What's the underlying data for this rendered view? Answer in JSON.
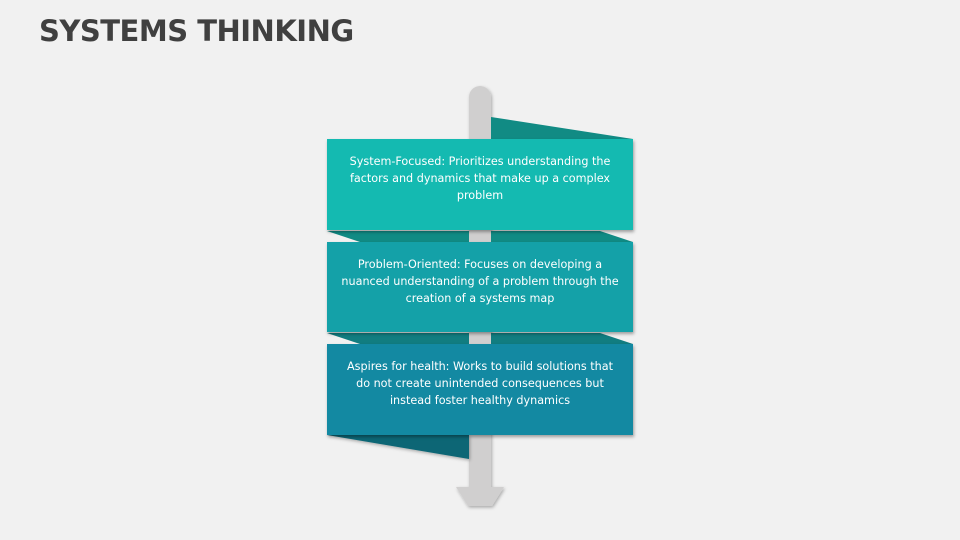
{
  "title": "SYSTEMS THINKING",
  "colors": {
    "background": "#f1f1f1",
    "title": "#404040",
    "pole": "#d0cfcf",
    "box_1": "#14bab1",
    "box_1_fold": "#118b84",
    "box_2": "#14a1a8",
    "box_2_fold": "#117d80",
    "box_3": "#1389a2",
    "box_3_fold": "#0f6675"
  },
  "diagram": {
    "type": "signpost",
    "items": [
      {
        "label": "System-Focused",
        "text": "System-Focused: Prioritizes understanding the factors and dynamics that make up a complex problem"
      },
      {
        "label": "Problem-Oriented",
        "text": "Problem-Oriented: Focuses on developing a nuanced understanding of a problem through the creation of a systems map"
      },
      {
        "label": "Aspires for health",
        "text": "Aspires for health: Works to build solutions that do not create unintended consequences but instead foster healthy dynamics"
      }
    ]
  }
}
